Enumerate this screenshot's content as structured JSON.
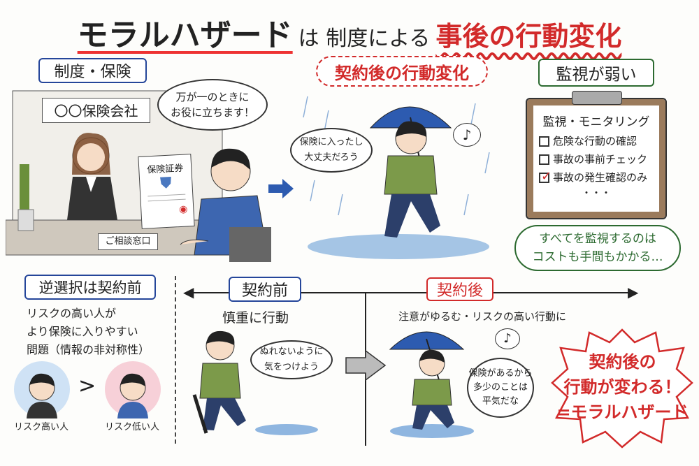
{
  "title": {
    "part1": "モラルハザード",
    "part2": "は 制度による",
    "part3": "事後の行動変化"
  },
  "top_left": {
    "label": "制度・保険",
    "company_sign": "〇〇保険会社",
    "speech": [
      "万が一のときに",
      "お役に立ちます！"
    ],
    "document": "保険証券",
    "counter_sign": "ご相談窓口"
  },
  "top_middle": {
    "label": "契約後の行動変化",
    "thought": [
      "保険に入ったし",
      "大丈夫だろう"
    ],
    "note": "♪"
  },
  "top_right": {
    "label": "監視が弱い",
    "clipboard_title": "監視・モニタリング",
    "items": [
      {
        "text": "危険な行動の確認",
        "checked": false
      },
      {
        "text": "事故の事前チェック",
        "checked": false
      },
      {
        "text": "事故の発生確認のみ",
        "checked": true
      }
    ],
    "ellipsis": "・・・",
    "comment": [
      "すべてを監視するのは",
      "コストも手間もかかる…"
    ]
  },
  "bottom_left": {
    "label": "逆選択は契約前",
    "description": [
      "リスクの高い人が",
      "より保険に入りやすい",
      "問題（情報の非対称性）"
    ],
    "comparison": ">",
    "high_risk": "リスク高い人",
    "low_risk": "リスク低い人"
  },
  "timeline": {
    "before_label": "契約前",
    "after_label": "契約後",
    "before_caption": "慎重に行動",
    "after_caption": "注意がゆるむ・リスクの高い行動に",
    "before_thought": [
      "ぬれないように",
      "気をつけよう"
    ],
    "after_thought": [
      "保険があるから",
      "多少のことは",
      "平気だな"
    ],
    "note": "♪"
  },
  "conclusion": [
    "契約後の",
    "行動が変わる！",
    "=モラルハザード"
  ],
  "colors": {
    "red": "#d22a2a",
    "blue": "#25469a",
    "green": "#2c6a30"
  }
}
